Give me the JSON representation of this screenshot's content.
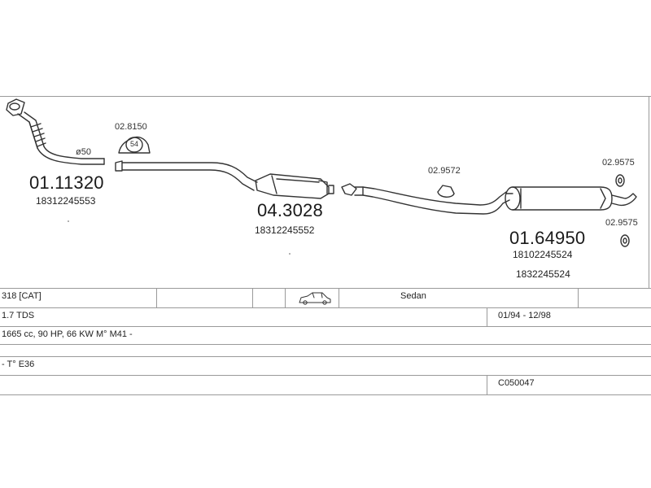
{
  "parts": {
    "downpipe": {
      "number": "01.11320",
      "oem": "18312245553",
      "diameter": "ø50"
    },
    "clamp_top": {
      "number": "02.8150",
      "badge": "54"
    },
    "catalyst": {
      "number": "04.3028",
      "oem": "18312245552"
    },
    "hanger_mid": {
      "number": "02.9572"
    },
    "mount_right_top": {
      "number": "02.9575"
    },
    "mount_right_bottom": {
      "number": "02.9575"
    },
    "rear_silencer": {
      "number": "01.64950",
      "oem_1": "18102245524",
      "oem_2": "1832245524"
    }
  },
  "table": {
    "row1": {
      "model": "318  [CAT]",
      "body": "Sedan"
    },
    "row2": {
      "engine": "1.7 TDS",
      "dates": "01/94 - 12/98"
    },
    "row3": {
      "spec": "1665 cc, 90 HP, 66 KW  M° M41 -"
    },
    "row4": {
      "chassis": "- T° E36"
    },
    "row5": {
      "code": "C050047"
    }
  }
}
